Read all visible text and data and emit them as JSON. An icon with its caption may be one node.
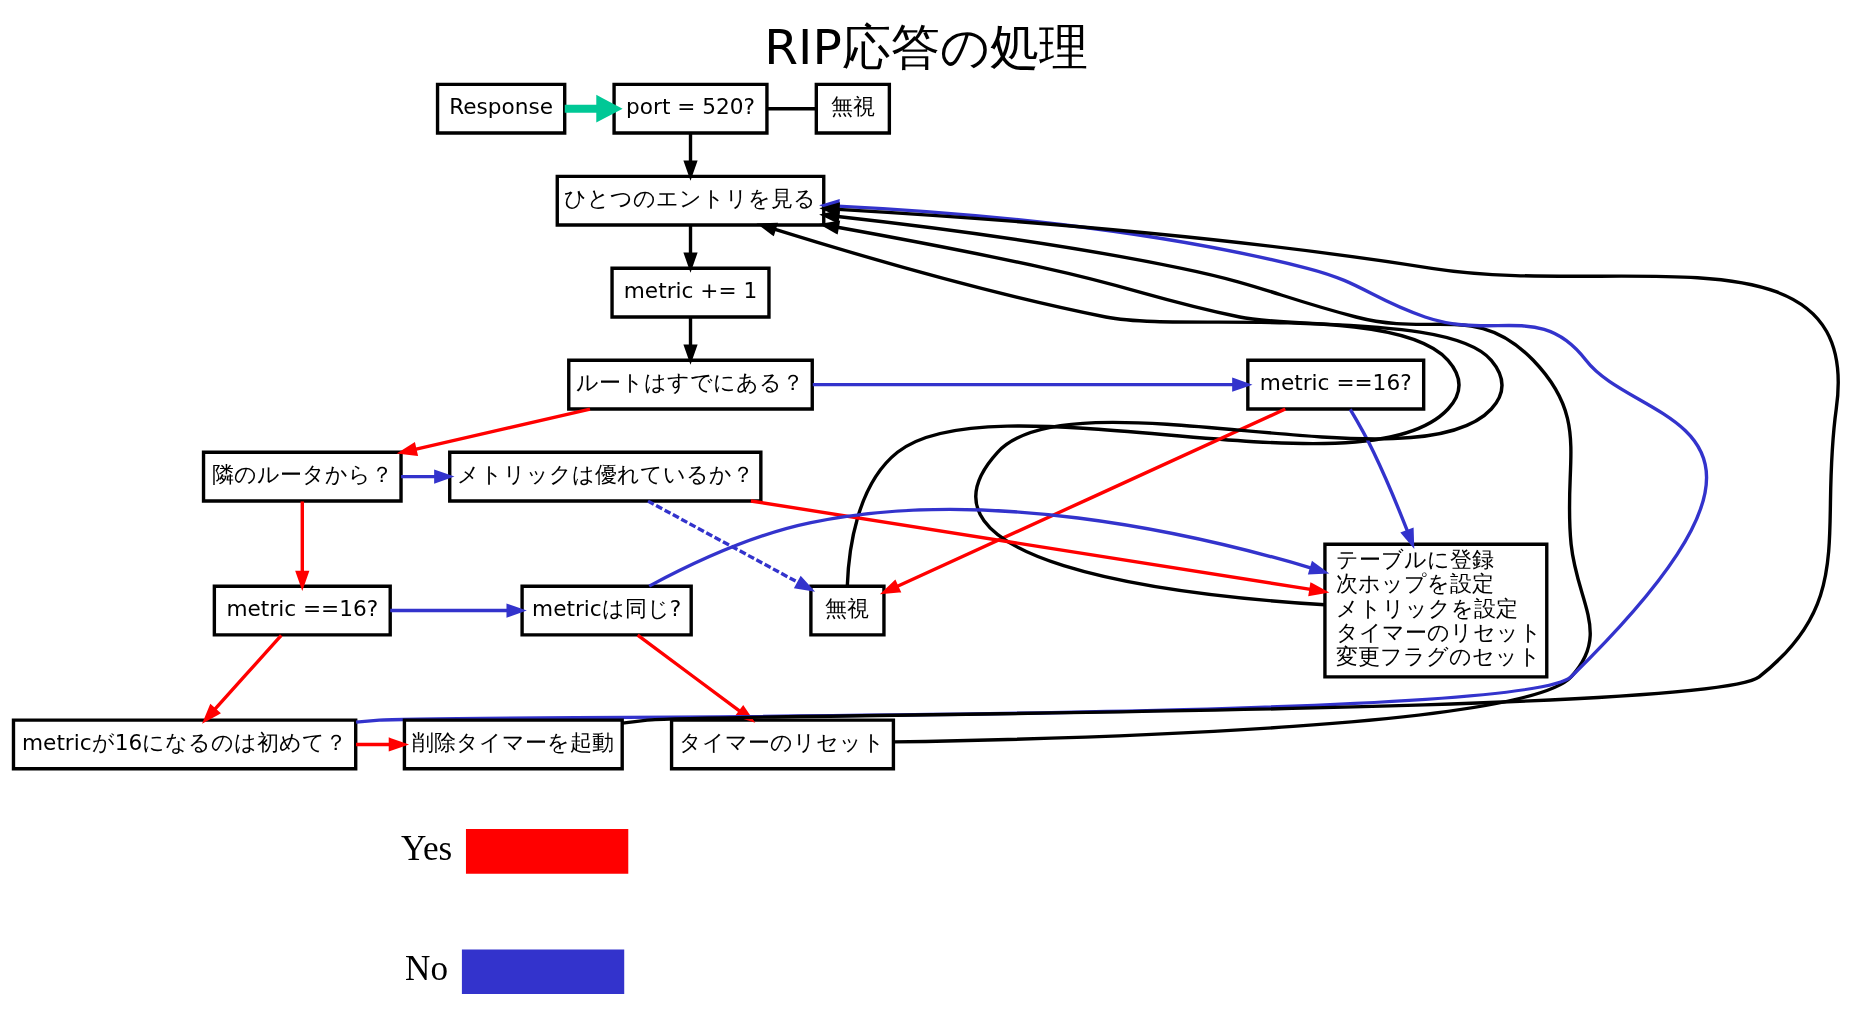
{
  "diagram": {
    "title": "RIP応答の処理",
    "nodes": [
      {
        "text": [
          "Response"
        ]
      },
      {
        "text": [
          "port = 520?"
        ]
      },
      {
        "text": [
          "無視"
        ]
      },
      {
        "text": [
          "ひとつのエントリを見る"
        ]
      },
      {
        "text": [
          "metric += 1"
        ]
      },
      {
        "text": [
          "ルートはすでにある？"
        ]
      },
      {
        "text": [
          "無視"
        ]
      },
      {
        "text": [
          "metric ==16?"
        ]
      },
      {
        "text": [
          "テーブルに登録",
          "次ホップを設定",
          "メトリックを設定",
          "タイマーのリセット",
          "変更フラグのセット"
        ]
      },
      {
        "text": [
          "隣のルータから？"
        ]
      },
      {
        "text": [
          "メトリックは優れているか？"
        ]
      },
      {
        "text": [
          "metric ==16?"
        ]
      },
      {
        "text": [
          "metricは同じ?"
        ]
      },
      {
        "text": [
          "タイマーのリセット"
        ]
      },
      {
        "text": [
          "metricが16になるのは初めて？"
        ]
      },
      {
        "text": [
          "削除タイマーを起動"
        ]
      }
    ],
    "edges": [
      {
        "from": 0,
        "to": 1,
        "arrow": "to",
        "style": "thick",
        "color": "#00c896"
      },
      {
        "from": 1,
        "to": 2,
        "arrow": "none"
      },
      {
        "from": 1,
        "to": 3,
        "arrow": "to"
      },
      {
        "from": 3,
        "to": 4,
        "arrow": "to"
      },
      {
        "from": 4,
        "to": 5,
        "arrow": "to"
      },
      {
        "from": 5,
        "to": 9,
        "arrow": "to",
        "color": "#ff0000"
      },
      {
        "from": 5,
        "to": 7,
        "arrow": "to",
        "color": "#3333cc"
      },
      {
        "from": 7,
        "to": 6,
        "arrow": "to",
        "color": "#ff0000"
      },
      {
        "from": 7,
        "to": 8,
        "arrow": "to",
        "color": "#3333cc"
      },
      {
        "from": 9,
        "to": 10,
        "arrow": "to",
        "color": "#3333cc"
      },
      {
        "from": 9,
        "to": 11,
        "arrow": "to",
        "color": "#ff0000"
      },
      {
        "from": 10,
        "to": 6,
        "arrow": "to",
        "style": "dashed",
        "color": "#3333cc"
      },
      {
        "from": 10,
        "to": 8,
        "arrow": "to",
        "color": "#ff0000"
      },
      {
        "from": 11,
        "to": 12,
        "arrow": "to",
        "color": "#3333cc"
      },
      {
        "from": 11,
        "to": 14,
        "arrow": "to",
        "color": "#ff0000"
      },
      {
        "from": 12,
        "to": 8,
        "arrow": "to",
        "color": "#3333cc"
      },
      {
        "from": 12,
        "to": 13,
        "arrow": "to",
        "color": "#ff0000"
      },
      {
        "from": 14,
        "to": 15,
        "arrow": "to",
        "color": "#ff0000"
      },
      {
        "from": 14,
        "to": 3,
        "arrow": "to",
        "color": "#3333cc"
      },
      {
        "from": 15,
        "to": 3,
        "arrow": "to"
      },
      {
        "from": 13,
        "to": 3,
        "arrow": "to"
      },
      {
        "from": 6,
        "to": 3,
        "arrow": "to"
      },
      {
        "from": 8,
        "to": 3,
        "arrow": "to"
      }
    ],
    "legend": [
      {
        "text": "Yes",
        "color": "#ff0000"
      },
      {
        "text": "No",
        "color": "#3333cc"
      }
    ]
  }
}
